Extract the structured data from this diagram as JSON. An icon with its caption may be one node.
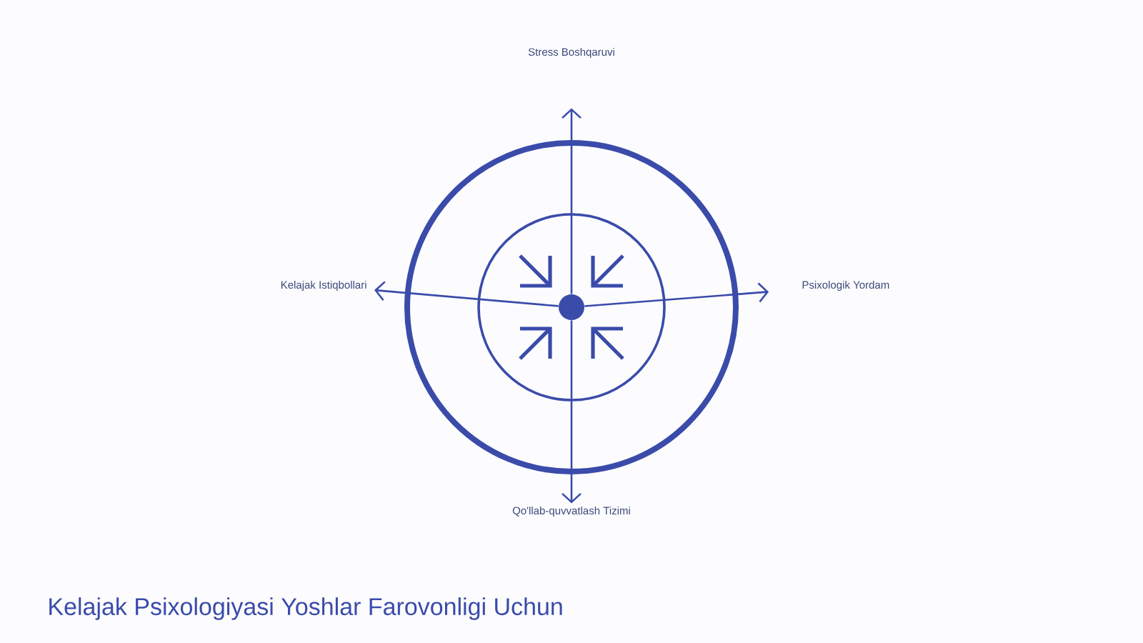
{
  "diagram": {
    "title": "Kelajak Psixologiyasi Yoshlar Farovonligi Uchun",
    "nodes": [
      {
        "text": [
          "Stress Boshqaruvi"
        ]
      },
      {
        "text": [
          "Kelajak Istiqbollari"
        ]
      },
      {
        "text": [],
        "shape": "circle"
      },
      {
        "text": [
          "Psixologik Yordam"
        ]
      },
      {
        "text": [
          "Qo'llab-quvvatlash Tizimi"
        ]
      }
    ],
    "edges": [
      {
        "from": 2,
        "to": 0,
        "arrow": "to"
      },
      {
        "from": 2,
        "to": 1,
        "arrow": "to"
      },
      {
        "from": 2,
        "to": 3,
        "arrow": "to"
      },
      {
        "from": 2,
        "to": 4,
        "arrow": "to"
      }
    ]
  }
}
